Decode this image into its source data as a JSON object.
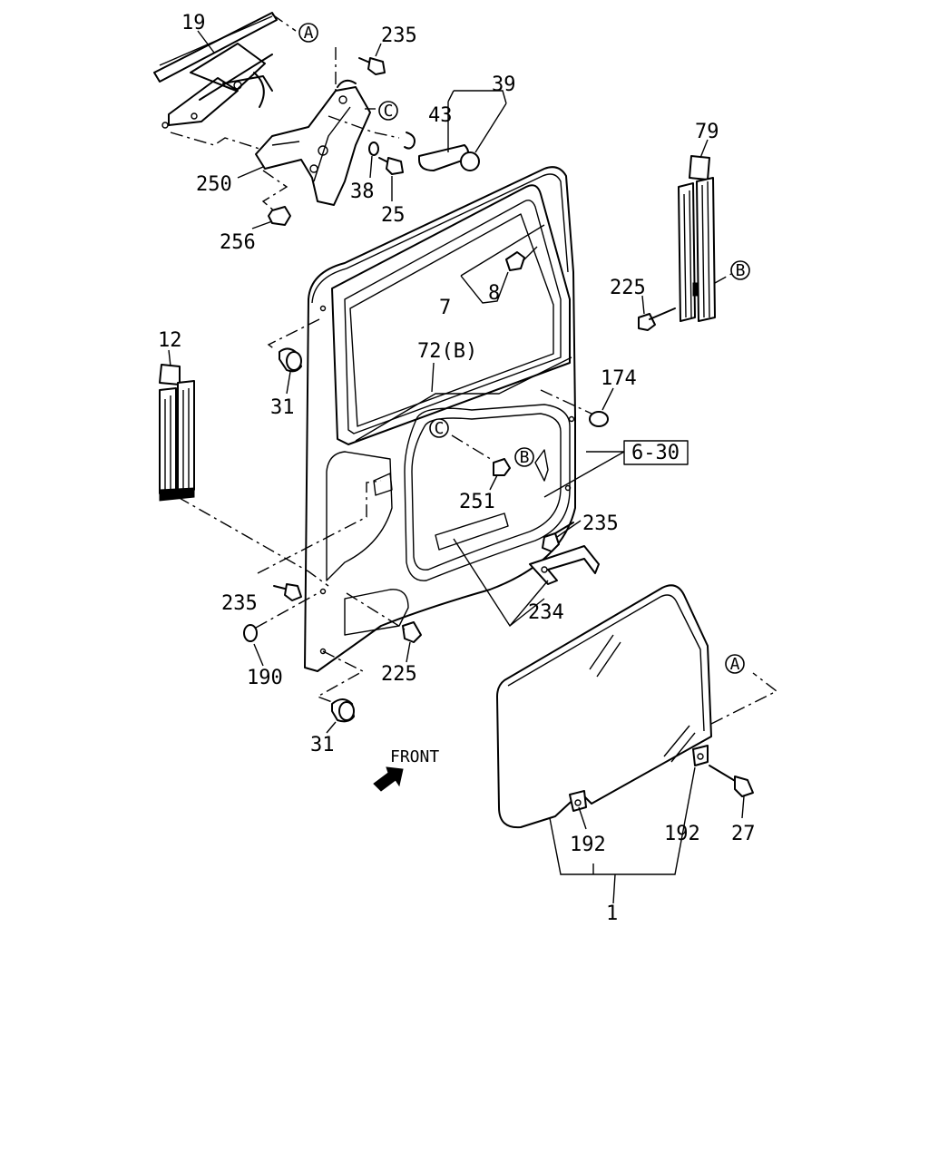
{
  "callouts": [
    {
      "id": "c19",
      "text": "19"
    },
    {
      "id": "c235a",
      "text": "235"
    },
    {
      "id": "c39",
      "text": "39"
    },
    {
      "id": "c43",
      "text": "43"
    },
    {
      "id": "c250",
      "text": "250"
    },
    {
      "id": "c38",
      "text": "38"
    },
    {
      "id": "c25",
      "text": "25"
    },
    {
      "id": "c256",
      "text": "256"
    },
    {
      "id": "c79",
      "text": "79"
    },
    {
      "id": "c7",
      "text": "7"
    },
    {
      "id": "c8",
      "text": "8"
    },
    {
      "id": "c225a",
      "text": "225"
    },
    {
      "id": "c12",
      "text": "12"
    },
    {
      "id": "c72b",
      "text": "72(B)"
    },
    {
      "id": "c174",
      "text": "174"
    },
    {
      "id": "c31a",
      "text": "31"
    },
    {
      "id": "c630",
      "text": "6-30"
    },
    {
      "id": "c251",
      "text": "251"
    },
    {
      "id": "c235b",
      "text": "235"
    },
    {
      "id": "c235c",
      "text": "235"
    },
    {
      "id": "c234",
      "text": "234"
    },
    {
      "id": "c190",
      "text": "190"
    },
    {
      "id": "c225b",
      "text": "225"
    },
    {
      "id": "c31b",
      "text": "31"
    },
    {
      "id": "c192a",
      "text": "192"
    },
    {
      "id": "c192b",
      "text": "192"
    },
    {
      "id": "c27",
      "text": "27"
    },
    {
      "id": "c1",
      "text": "1"
    }
  ],
  "refs": {
    "a_top": "A",
    "c_top": "C",
    "b_right": "B",
    "c_mid": "C",
    "b_mid": "B",
    "a_bottom": "A"
  },
  "front_label": "FRONT"
}
